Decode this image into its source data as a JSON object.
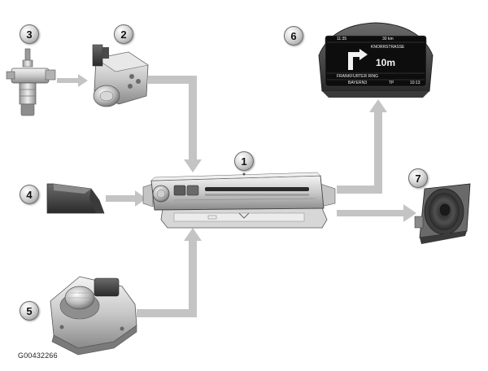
{
  "figure_code": "G00432266",
  "markers": {
    "m1": "1",
    "m2": "2",
    "m3": "3",
    "m4": "4",
    "m5": "5",
    "m6": "6",
    "m7": "7"
  },
  "screen": {
    "time": "11:35",
    "distance": "30 km",
    "street_top": "KNORRSTRASSE",
    "turn_distance": "10m",
    "street_bottom": "FRANKFURTER RING",
    "station": "BAYERN3",
    "tp": "TP",
    "clock_right": "10:13"
  },
  "colors": {
    "arrow": "#c4c4c4",
    "metal_light": "#e6e6e6",
    "metal_dark": "#7d7d7d",
    "screen_bg": "#0d0d0d"
  }
}
